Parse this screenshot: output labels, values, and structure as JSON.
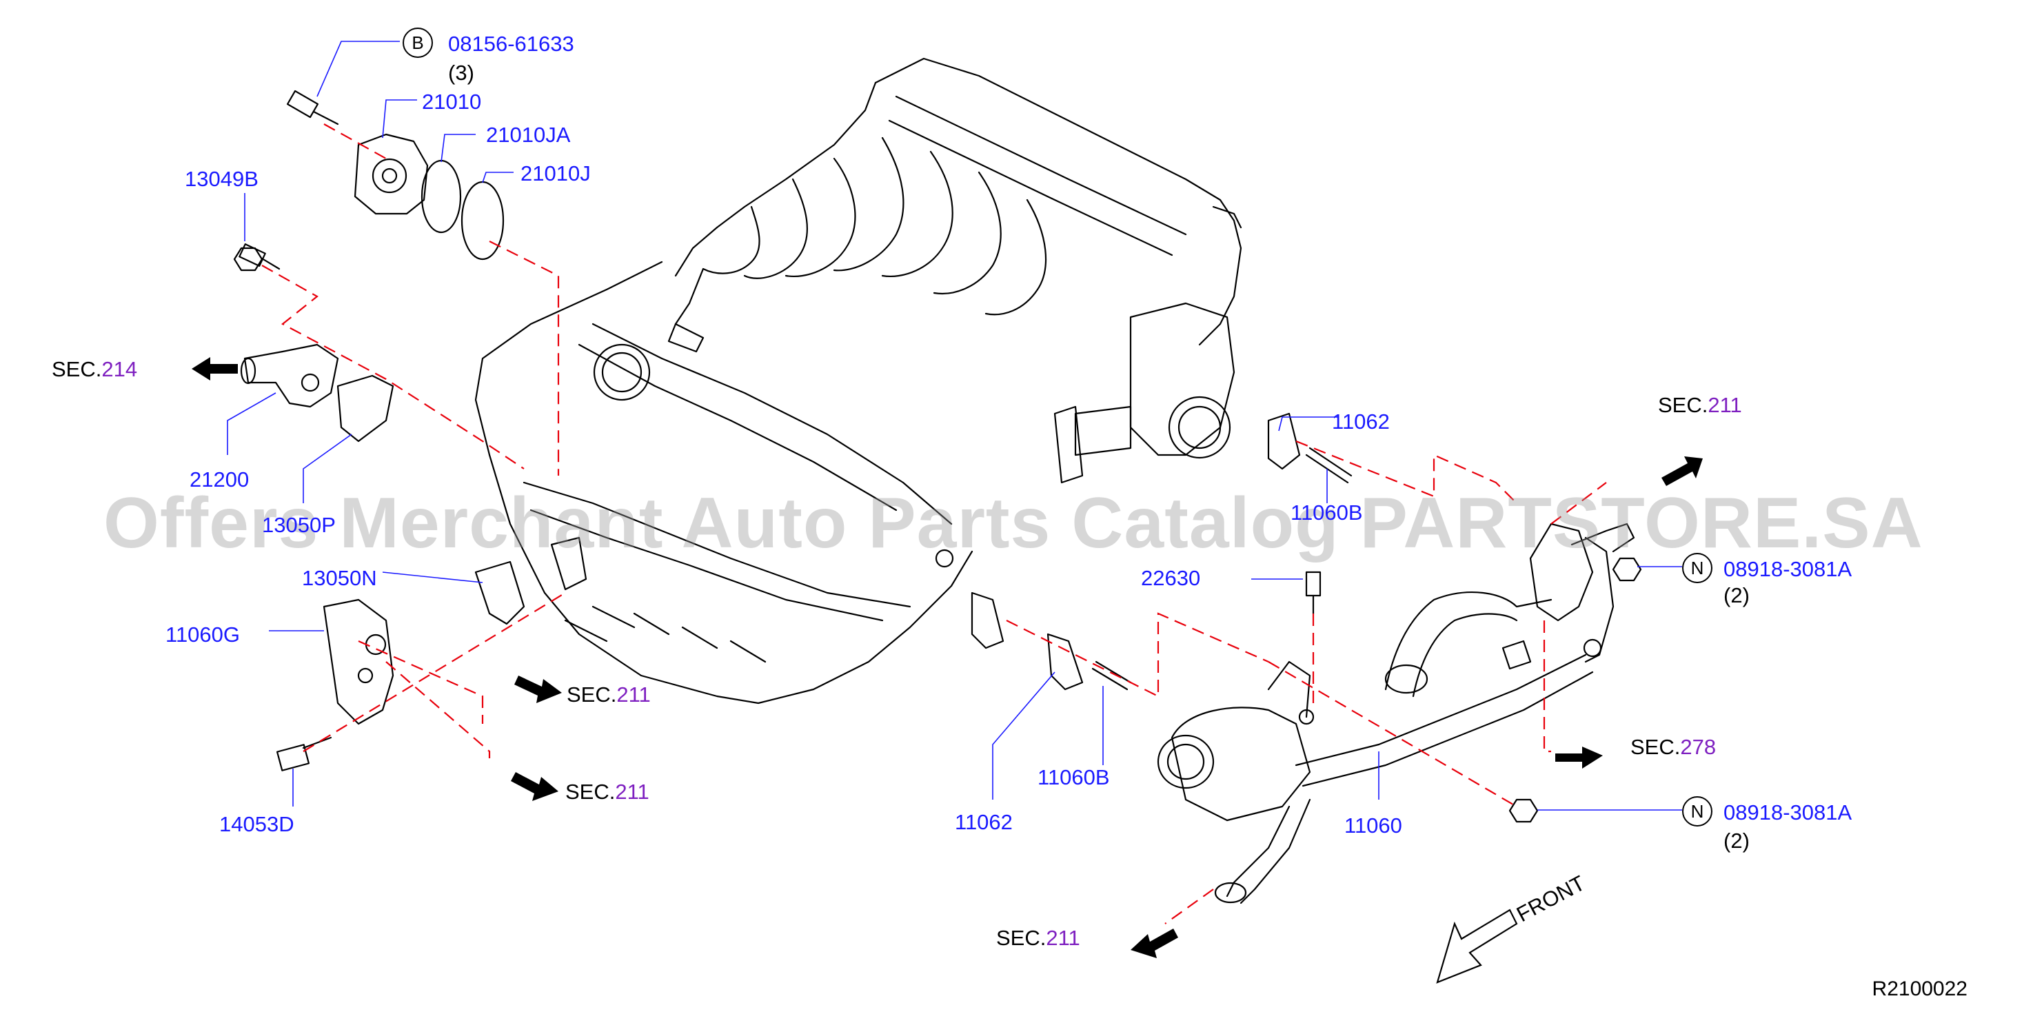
{
  "watermark": "Offers Merchant Auto Parts Catalog PARTSTORE.SA",
  "diagram_code": "R2100022",
  "front_label": "FRONT",
  "parts": {
    "p08156": "08156-61633",
    "p08156_qty": "(3)",
    "p08156_prefix": "B",
    "p21010": "21010",
    "p21010JA": "21010JA",
    "p21010J": "21010J",
    "p13049B": "13049B",
    "p21200": "21200",
    "p13050P": "13050P",
    "p13050N": "13050N",
    "p11060G": "11060G",
    "p14053D": "14053D",
    "p11062_top": "11062",
    "p11060B_top": "11060B",
    "p22630": "22630",
    "p08918_top": "08918-3081A",
    "p08918_top_qty": "(2)",
    "p08918_top_prefix": "N",
    "p11062_bottom": "11062",
    "p11060B_bottom": "11060B",
    "p11060": "11060",
    "p08918_bottom": "08918-3081A",
    "p08918_bottom_qty": "(2)",
    "p08918_bottom_prefix": "N"
  },
  "sections": {
    "prefix": "SEC.",
    "s214": "214",
    "s211_top_right": "211",
    "s211_mid_1": "211",
    "s211_mid_2": "211",
    "s278": "278",
    "s211_bottom": "211"
  },
  "colors": {
    "part_number": "#1a1aff",
    "section_number": "#7e1fc0",
    "dashed_lines": "#e8000b",
    "line_art": "#000000"
  }
}
